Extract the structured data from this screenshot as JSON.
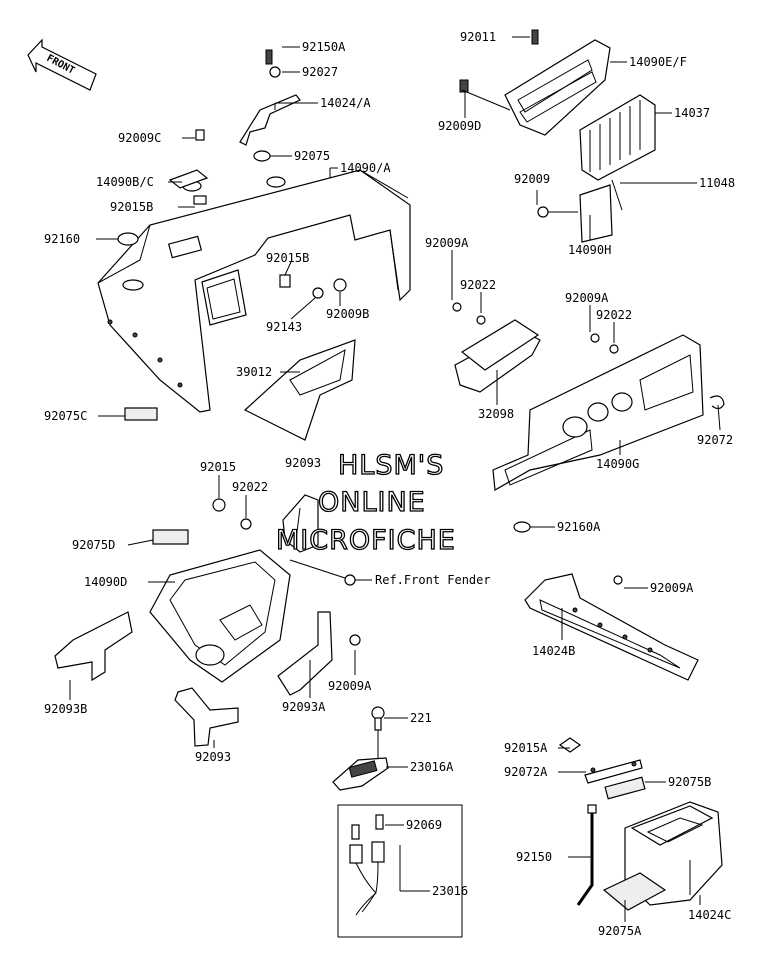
{
  "front_arrow": "FRONT",
  "watermark": [
    "HLSM'S",
    "ONLINE",
    "MICROFICHE"
  ],
  "labels": {
    "p92150A": "92150A",
    "p92027": "92027",
    "p14024A": "14024/A",
    "p92009C": "92009C",
    "p92075": "92075",
    "p14090A": "14090/A",
    "p14090BC": "14090B/C",
    "p92015B_a": "92015B",
    "p92160": "92160",
    "p92015B_b": "92015B",
    "p92143": "92143",
    "p92009B": "92009B",
    "p39012": "39012",
    "p92075C": "92075C",
    "p92011": "92011",
    "p14090EF": "14090E/F",
    "p92009D": "92009D",
    "p14037": "14037",
    "p92009": "92009",
    "p11048": "11048",
    "p14090H": "14090H",
    "p92009A_a": "92009A",
    "p92022_a": "92022",
    "p32098": "32098",
    "p92009A_b": "92009A",
    "p92022_b": "92022",
    "p92072": "92072",
    "p14090G": "14090G",
    "p92015": "92015",
    "p92093_top": "92093",
    "p92022_c": "92022",
    "p92160A": "92160A",
    "p92075D": "92075D",
    "p14090D": "14090D",
    "pRefFront": "Ref.Front Fender",
    "p92009A_c": "92009A",
    "p14024B": "14024B",
    "p92093B": "92093B",
    "p92009A_d": "92009A",
    "p92093A": "92093A",
    "p92093": "92093",
    "p221": "221",
    "p23016A": "23016A",
    "p92015A": "92015A",
    "p92072A": "92072A",
    "p92075B": "92075B",
    "p92069": "92069",
    "p92150": "92150",
    "p23016": "23016",
    "p14024C": "14024C",
    "p92075A": "92075A"
  }
}
